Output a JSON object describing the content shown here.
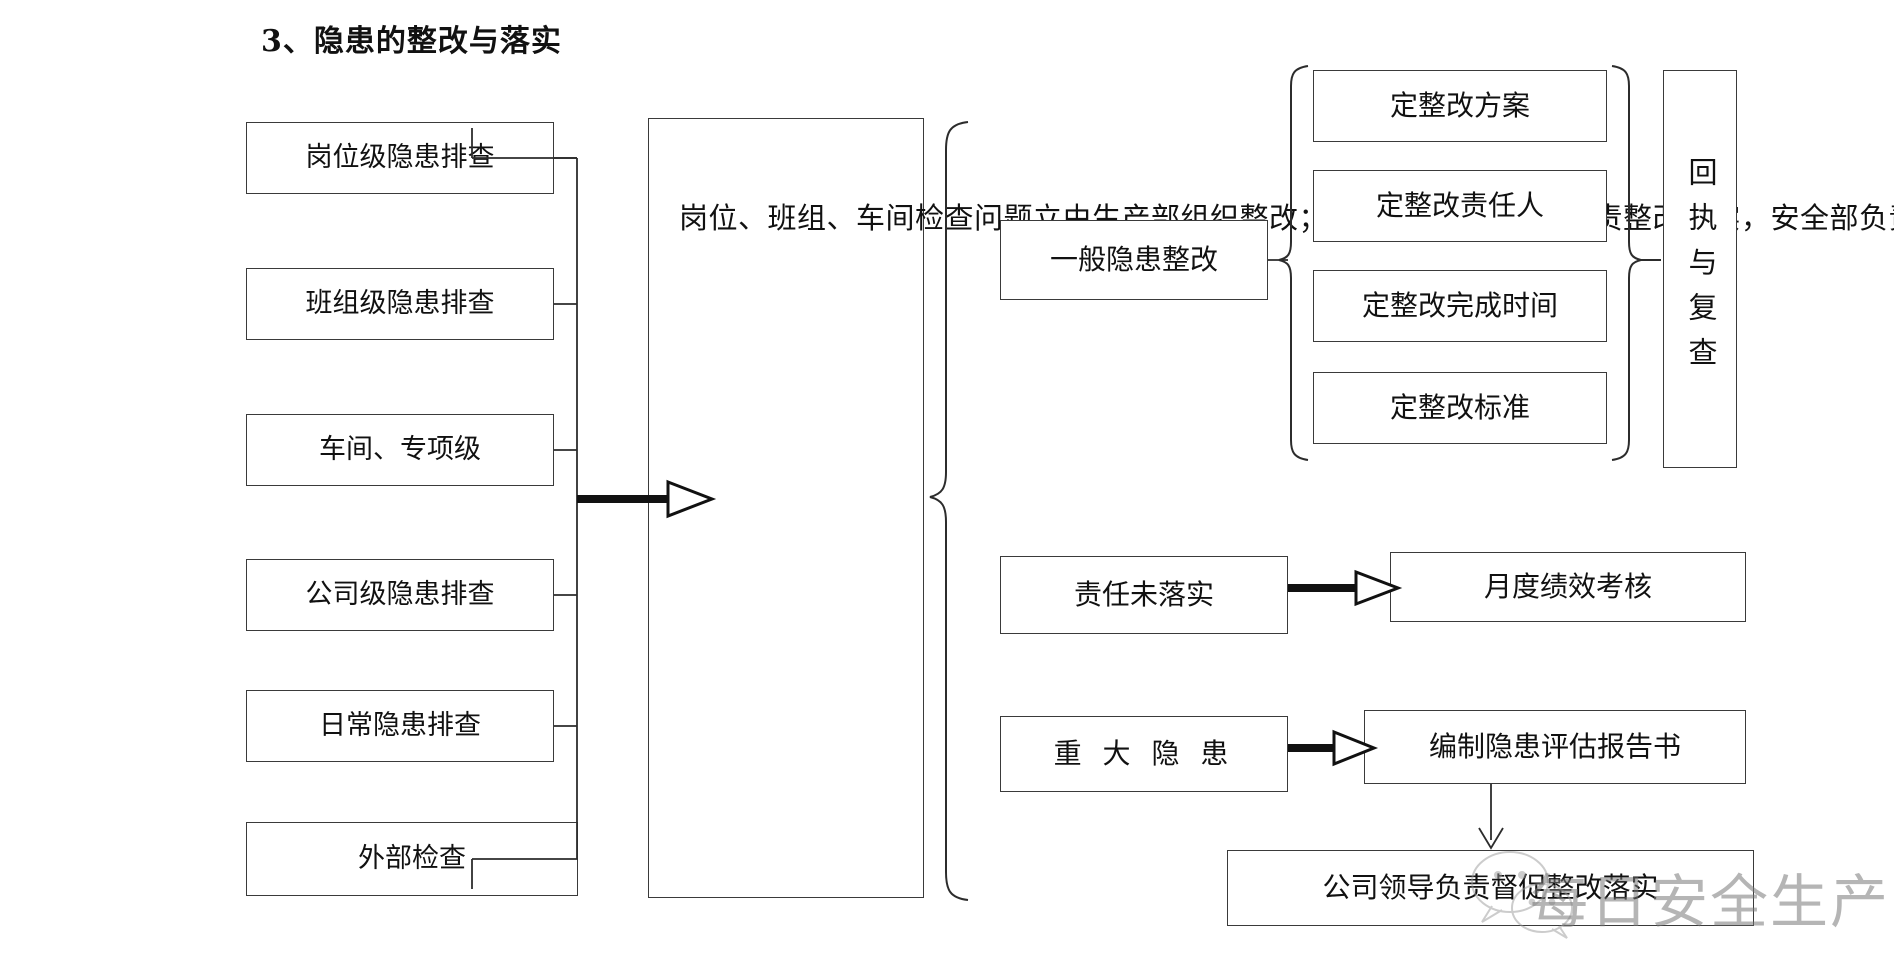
{
  "page": {
    "title": "3、隐患的整改与落实",
    "background_color": "#ffffff",
    "line_color": "#2c2c2c",
    "text_color": "#111111"
  },
  "left_column": {
    "items": [
      {
        "label": "岗位级隐患排查"
      },
      {
        "label": "班组级隐患排查"
      },
      {
        "label": "车间、专项级"
      },
      {
        "label": "公司级隐患排查"
      },
      {
        "label": "日常隐患排查"
      },
      {
        "label": "外部检查"
      }
    ]
  },
  "center": {
    "text": "岗位、班组、车间检查问题立由生产部组织整改；专项检查各专业组负责整改落实，安全部负责监督。其他检查由安全部汇总落实"
  },
  "right": {
    "general_rectification": {
      "label": "一般隐患整改"
    },
    "measures": [
      {
        "label": "定整改方案"
      },
      {
        "label": "定整改责任人"
      },
      {
        "label": "定整改完成时间"
      },
      {
        "label": "定整改标准"
      }
    ],
    "receipt_review": {
      "label": "回执与复查"
    },
    "responsibility_row": {
      "source": "责任未落实",
      "target": "月度绩效考核"
    },
    "major_hazard_row": {
      "source": "重 大 隐 患",
      "target": "编制隐患评估报告书"
    },
    "leadership": {
      "label": "公司领导负责督促整改落实"
    }
  },
  "watermark": {
    "text": "每日安全生产",
    "logo": "wechat-logo"
  }
}
